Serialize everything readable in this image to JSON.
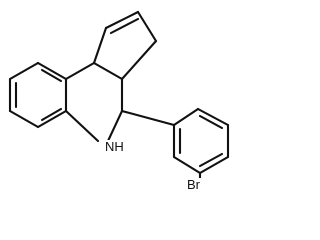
{
  "molecule": {
    "atoms": {
      "nitrogen": "N",
      "hydrogen": "H",
      "bromine": "Br"
    }
  },
  "colors": {
    "bond": "#111111",
    "background": "#ffffff"
  }
}
